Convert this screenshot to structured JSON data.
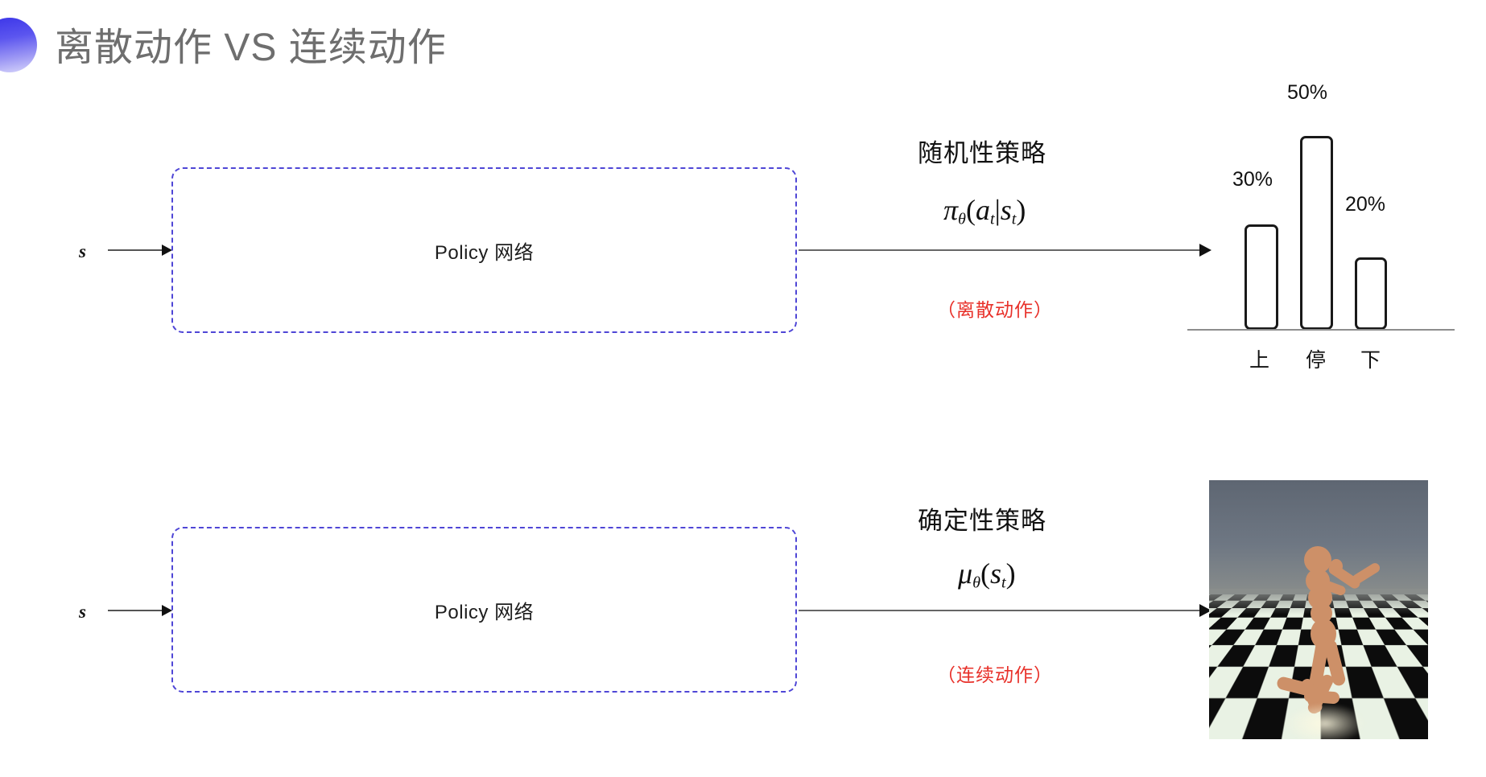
{
  "title": "离散动作 VS 连续动作",
  "bullet_color": "#3a34e8",
  "accent_box_color": "#4f46d6",
  "note_color": "#e8312a",
  "rows": [
    {
      "input_label": "s",
      "box_label": "Policy 网络",
      "annotation_title": "随机性策略",
      "formula_main": "π",
      "formula_sub": "θ",
      "formula_args_open": "(",
      "formula_arg1": "a",
      "formula_arg1_sub": "t",
      "formula_sep": "|",
      "formula_arg2": "s",
      "formula_arg2_sub": "t",
      "formula_args_close": ")",
      "note": "（离散动作）"
    },
    {
      "input_label": "s",
      "box_label": "Policy 网络",
      "annotation_title": "确定性策略",
      "formula_main": "μ",
      "formula_sub": "θ",
      "formula_args_open": "(",
      "formula_arg1": "s",
      "formula_arg1_sub": "t",
      "formula_args_close": ")",
      "note": "（连续动作）"
    }
  ],
  "chart_data": {
    "type": "bar",
    "title": "",
    "categories": [
      "上",
      "停",
      "下"
    ],
    "values": [
      30,
      50,
      20
    ],
    "value_labels": [
      "30%",
      "50%",
      "20%"
    ],
    "ylabel": "",
    "xlabel": "",
    "ylim": [
      0,
      60
    ],
    "grid": false,
    "legend": "none"
  },
  "humanoid": {
    "caption": "",
    "sky_color": "#6d7580",
    "body_color": "#cd9068"
  }
}
